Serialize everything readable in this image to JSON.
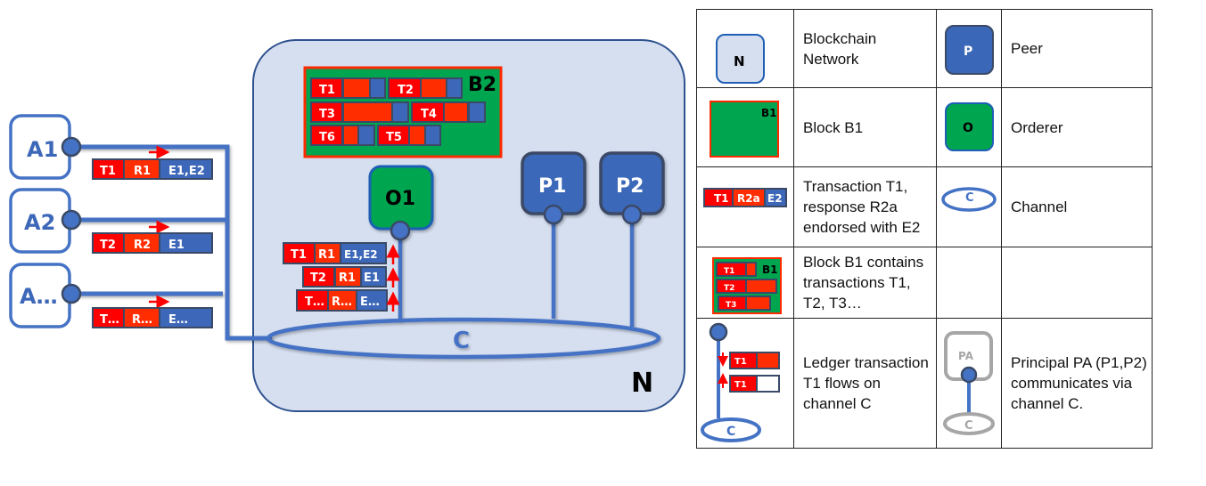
{
  "colors": {
    "network_fill": "#d6dff0",
    "network_border": "#2f528f",
    "channel_blue": "#4472c4",
    "peer_fill": "#3a67b8",
    "peer_border": "#3a4a66",
    "orderer_fill": "#00a550",
    "block_fill": "#00a550",
    "block_border": "#ff2a00",
    "tx_red": "#ff0000",
    "resp_red": "#ff2d00",
    "endorse_blue": "#3d67b8",
    "gray": "#a6a6a6"
  },
  "applications": [
    {
      "label": "A1",
      "tx": {
        "t": "T1",
        "r": "R1",
        "e": "E1,E2"
      }
    },
    {
      "label": "A2",
      "tx": {
        "t": "T2",
        "r": "R2",
        "e": "E1"
      }
    },
    {
      "label": "A…",
      "tx": {
        "t": "T…",
        "r": "R…",
        "e": "E…"
      }
    }
  ],
  "network": {
    "label": "N",
    "channel_label": "C",
    "block": {
      "label": "B2",
      "transactions": [
        "T1",
        "T2",
        "T3",
        "T4",
        "T6",
        "T5"
      ]
    },
    "orderer": {
      "label": "O1"
    },
    "peers": [
      {
        "label": "P1"
      },
      {
        "label": "P2"
      }
    ],
    "orderer_queue": [
      {
        "t": "T1",
        "r": "R1",
        "e": "E1,E2"
      },
      {
        "t": "T2",
        "r": "R1",
        "e": "E1"
      },
      {
        "t": "T…",
        "r": "R…",
        "e": "E…"
      }
    ]
  },
  "legend": {
    "rows": [
      {
        "left_icon": "network-icon",
        "left_icon_label": "N",
        "left_text": "Blockchain Network",
        "right_icon": "peer-icon",
        "right_icon_label": "P",
        "right_text": "Peer"
      },
      {
        "left_icon": "block-icon",
        "left_icon_label": "B1",
        "left_text": "Block B1",
        "right_icon": "orderer-icon",
        "right_icon_label": "O",
        "right_text": "Orderer"
      },
      {
        "left_icon": "transaction-icon",
        "left_icon_tx": {
          "t": "T1",
          "r": "R2a",
          "e": "E2"
        },
        "left_text": "Transaction T1, response R2a endorsed with E2",
        "right_icon": "channel-icon",
        "right_icon_label": "C",
        "right_text": "Channel"
      },
      {
        "left_icon": "block-with-transactions-icon",
        "left_icon_label": "B1",
        "left_icon_tx": [
          "T1",
          "T2",
          "T3"
        ],
        "left_text": "Block B1 contains transactions T1, T2, T3…",
        "right_text": ""
      },
      {
        "left_icon": "ledger-flow-icon",
        "left_icon_tx": [
          "T1",
          "T1"
        ],
        "left_icon_label": "C",
        "left_text": "Ledger transaction T1 flows on channel C",
        "right_icon": "principal-icon",
        "right_icon_label": "PA",
        "right_icon_channel": "C",
        "right_text": "Principal PA (P1,P2) communicates via channel C."
      }
    ]
  }
}
